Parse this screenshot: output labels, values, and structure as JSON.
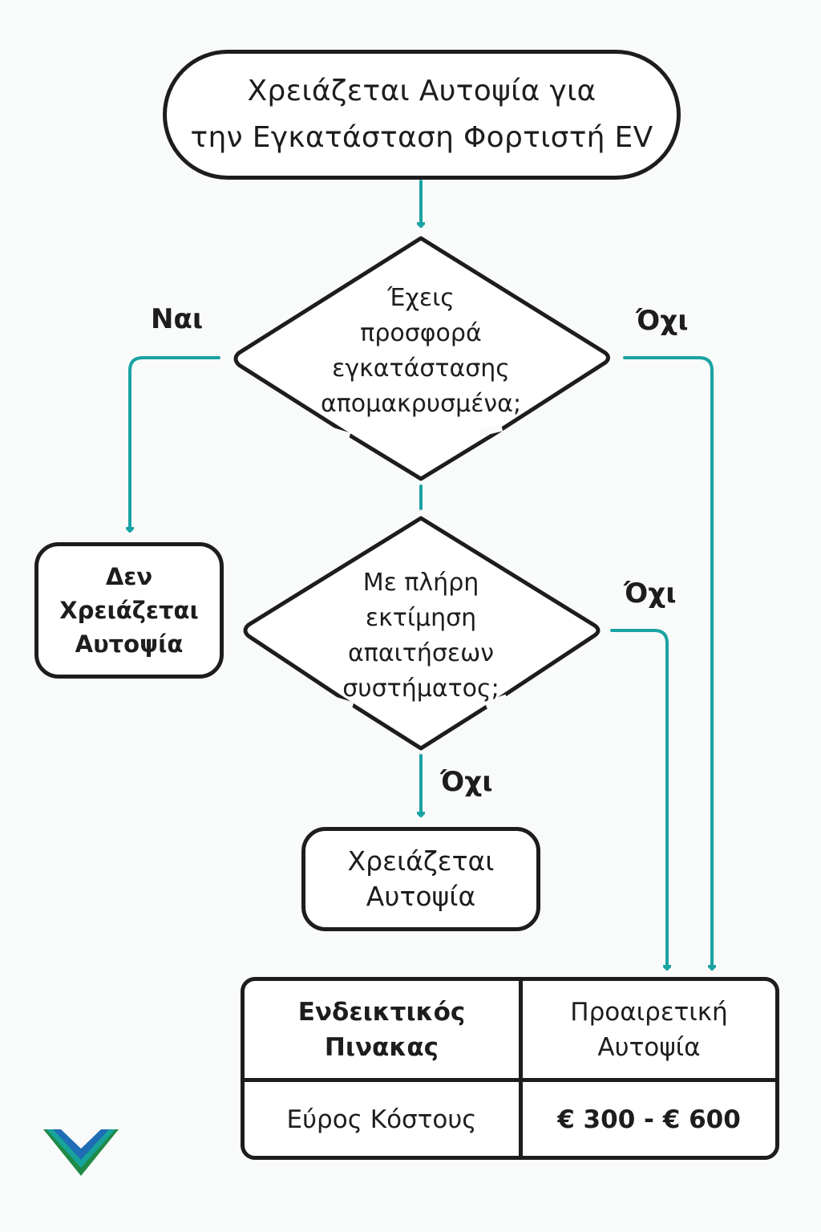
{
  "colors": {
    "connector": "#1aa3a3",
    "outline": "#1d1d1d",
    "logo_blue": "#1f6db5",
    "logo_teal": "#17a39a",
    "logo_green": "#1f8a45"
  },
  "start": {
    "line1": "Χρειάζεται Αυτοψία για",
    "line2": "την Εγκατάσταση Φορτιστή EV"
  },
  "decision1": {
    "lines": [
      "Έχεις",
      "προσφορά",
      "εγκατάστασης",
      "απομακρυσμένα;"
    ]
  },
  "decision2": {
    "lines": [
      "Με πλήρη",
      "εκτίμηση",
      "απαιτήσεων",
      "συστήματος;"
    ]
  },
  "edges": {
    "yes": "Ναι",
    "no_right_top": "Όχι",
    "no_right_mid": "Όχι",
    "no_down": "Όχι"
  },
  "outcome_no_need": {
    "lines": [
      "Δεν",
      "Χρειάζεται",
      "Αυτοψία"
    ]
  },
  "outcome_need": {
    "lines": [
      "Χρειάζεται",
      "Αυτοψία"
    ]
  },
  "table": {
    "header_left": [
      "Ενδεικτικός",
      "Πινακας"
    ],
    "header_right": [
      "Προαιρετική",
      "Αυτοψία"
    ],
    "row_label": "Εύρος Κόστους",
    "row_value": "€ 300 - € 600"
  },
  "logo": {
    "icon": "v-logo-icon"
  }
}
